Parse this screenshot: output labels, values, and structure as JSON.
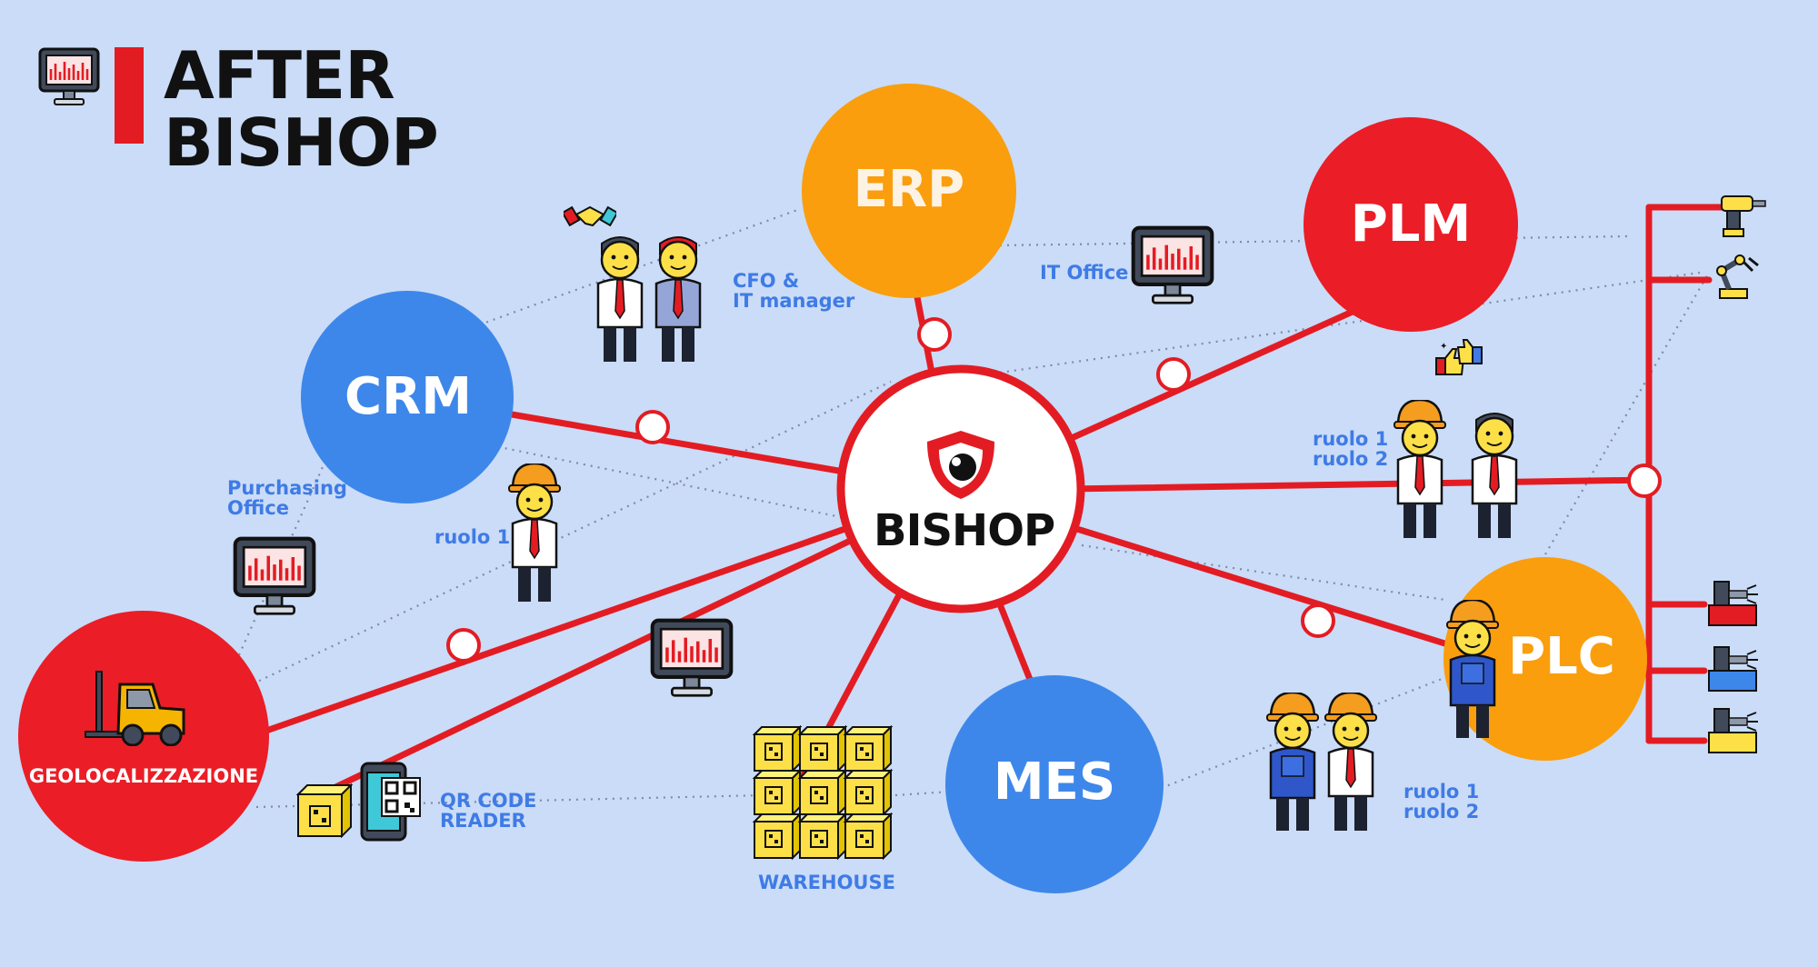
{
  "header": {
    "title_line1": "AFTER",
    "title_line2": "BISHOP",
    "accent": "#e31c23",
    "icon": "monitor-icon"
  },
  "center": {
    "label": "BISHOP",
    "icon": "bishop-eye-logo"
  },
  "nodes": {
    "erp": {
      "label": "ERP",
      "color": "#fa9e0d"
    },
    "plm": {
      "label": "PLM",
      "color": "#eb1d26"
    },
    "crm": {
      "label": "CRM",
      "color": "#3e87ea"
    },
    "mes": {
      "label": "MES",
      "color": "#3e87ea"
    },
    "plc": {
      "label": "PLC",
      "color": "#fa9e0d"
    },
    "geo": {
      "label": "GEOLOCALIZZAZIONE",
      "color": "#eb1d26"
    }
  },
  "labels": {
    "cfo_line1": "CFO &",
    "cfo_line2": "IT manager",
    "it_office": "IT Office",
    "purchasing_line1": "Purchasing",
    "purchasing_line2": "Office",
    "ruolo_center": "ruolo 1",
    "ruolo_right_1": "ruolo 1",
    "ruolo_right_2": "ruolo 2",
    "ruolo_bottom_1": "ruolo 1",
    "ruolo_bottom_2": "ruolo 2",
    "qr_line1": "QR CODE",
    "qr_line2": "READER",
    "warehouse": "WAREHOUSE"
  },
  "colors": {
    "background": "#cadcf7",
    "link_red": "#e31c23",
    "label_blue": "#3f7be6",
    "dotted": "#7f8aa6"
  }
}
